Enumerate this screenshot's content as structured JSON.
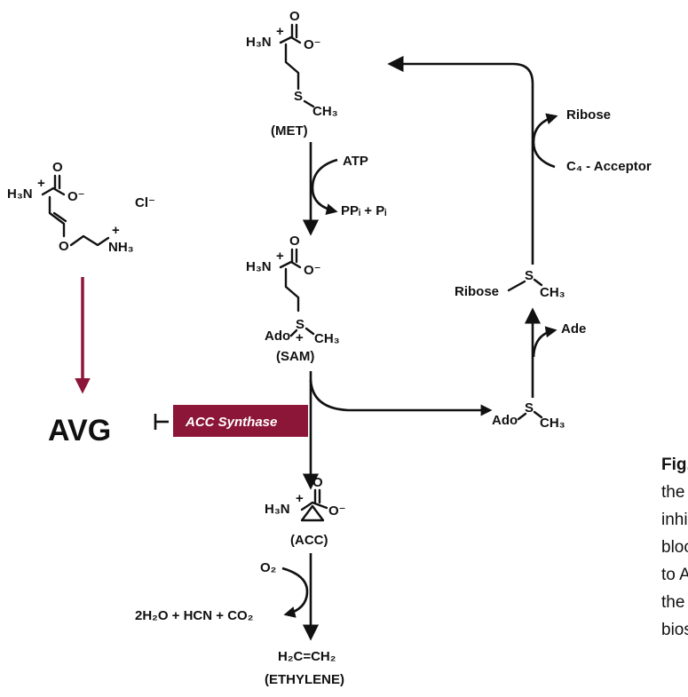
{
  "colors": {
    "accent": "#8b1638",
    "ink": "#111111",
    "background": "#ffffff"
  },
  "molecules": {
    "met": {
      "name": "(MET)",
      "amine": "H₃N",
      "charge_plus": "+",
      "carboxylate_o": "O",
      "carboxylate_o_minus": "O⁻",
      "sulfur": "S",
      "methyl": "CH₃"
    },
    "sam": {
      "name": "(SAM)",
      "amine": "H₃N",
      "charge_plus": "+",
      "carboxylate_o": "O",
      "carboxylate_o_minus": "O⁻",
      "ado": "Ado",
      "sulfur": "S",
      "sulfur_plus": "+",
      "methyl": "CH₃"
    },
    "acc": {
      "name": "(ACC)",
      "amine": "H₃N",
      "charge_plus": "+",
      "carboxylate_o": "O",
      "carboxylate_o_minus": "O⁻"
    },
    "ethylene": {
      "formula": "H₂C=CH₂",
      "name": "(ETHYLENE)"
    },
    "avg": {
      "amine": "H₃N",
      "charge_plus": "+",
      "carboxylate_o": "O",
      "carboxylate_o_minus": "O⁻",
      "ether_o": "O",
      "ammonium": "NH₃",
      "chloride": "Cl⁻",
      "label": "AVG"
    },
    "mta": {
      "ado": "Ado",
      "sulfur": "S",
      "methyl": "CH₃"
    },
    "mtr": {
      "ribose": "Ribose",
      "sulfur": "S",
      "methyl": "CH₃"
    }
  },
  "reactions": {
    "met_to_sam": {
      "in": "ATP",
      "out": "PPᵢ + Pᵢ"
    },
    "acc_to_ethylene": {
      "in": "O₂",
      "out": "2H₂O + HCN + CO₂"
    },
    "mta_to_mtr": {
      "out": "Ade"
    },
    "recycle": {
      "out": "Ribose",
      "in": "C₄ - Acceptor"
    }
  },
  "enzyme": {
    "label": "ACC Synthase"
  },
  "caption": {
    "fig_label": "Fig.",
    "lines": [
      "the a",
      "inhib",
      "block",
      "to AC",
      "the p",
      "biosy"
    ]
  }
}
